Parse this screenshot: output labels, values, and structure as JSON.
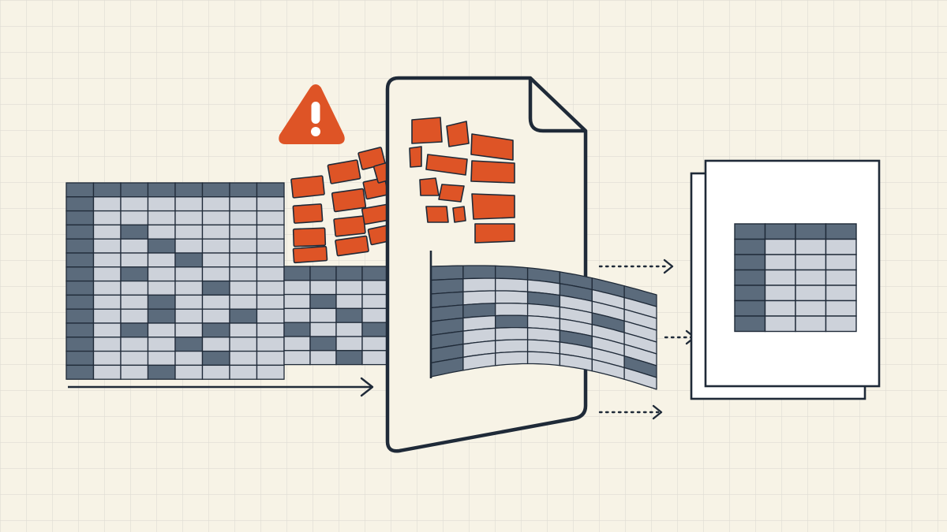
{
  "colors": {
    "background": "#F7F3E6",
    "grid": "#DEDCD3",
    "slate": "#5B6B7C",
    "light_cell": "#CDD2DA",
    "ink": "#1F2A38",
    "accent": "#DE5426",
    "paper": "#FFFFFF"
  },
  "icons": {
    "warning": "warning-icon",
    "document": "document-icon",
    "output_sheet": "output-sheet-icon",
    "arrow": "arrow-right-icon"
  },
  "diagram": {
    "text": "",
    "source_table": {
      "rows": 14,
      "columns": 8
    },
    "output_table": {
      "rows": 7,
      "columns": 4
    },
    "outgoing_arrows": 3
  }
}
